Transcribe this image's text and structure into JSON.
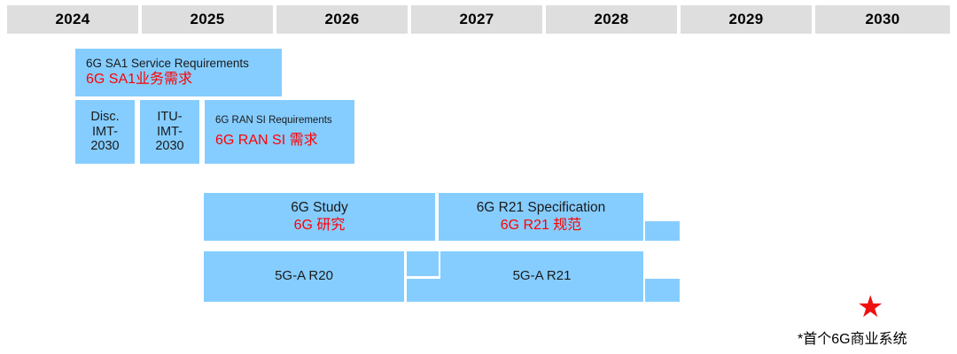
{
  "timeline": {
    "years": [
      "2024",
      "2025",
      "2026",
      "2027",
      "2028",
      "2029",
      "2030"
    ],
    "accent_blue": "#85cdff",
    "header_gray": "#dedede",
    "chinese_red": "#ff0000",
    "star_red": "#ee1111"
  },
  "bars": {
    "sa1": {
      "en": "6G SA1 Service Requirements",
      "cn": "6G SA1业务需求"
    },
    "disc_imt": {
      "line1": "Disc.",
      "line2": "IMT-",
      "line3": "2030"
    },
    "itu_imt": {
      "line1": "ITU-",
      "line2": "IMT-",
      "line3": "2030"
    },
    "ran_si": {
      "en": "6G RAN SI Requirements",
      "cn": "6G RAN SI 需求"
    },
    "study": {
      "en": "6G Study",
      "cn": "6G 研究"
    },
    "r21_spec": {
      "en": "6G R21 Specification",
      "cn": "6G R21 规范"
    },
    "r20": {
      "en": "5G-A R20"
    },
    "r21": {
      "en": "5G-A R21"
    }
  },
  "footnote": {
    "star_glyph": "★",
    "text": "*首个6G商业系统"
  }
}
